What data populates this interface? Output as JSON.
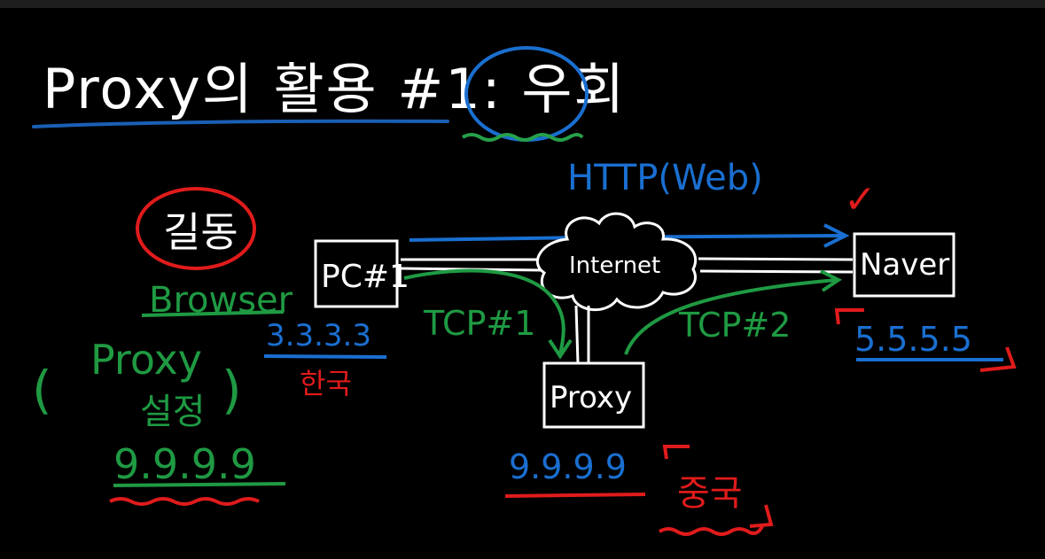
{
  "title": {
    "text": "Proxy의 활용 #1: 우회",
    "colors": {
      "ink": "#ffffff",
      "underline": "#1a5fb4",
      "circle": "#1a6fd0",
      "squiggle": "#26a04a"
    }
  },
  "nodes": {
    "pc": {
      "label": "PC#1",
      "ip": "3.3.3.3",
      "country": "한국"
    },
    "internet": {
      "label": "Internet"
    },
    "naver": {
      "label": "Naver",
      "ip": "5.5.5.5"
    },
    "proxy": {
      "label": "Proxy",
      "ip": "9.9.9.9",
      "country": "중국"
    }
  },
  "client_notes": {
    "user": "길동",
    "browser": "Browser",
    "proxy_setting_open": "(",
    "proxy_setting_label": "Proxy",
    "proxy_setting_value": "설정",
    "proxy_setting_close": ")",
    "proxy_ip": "9.9.9.9"
  },
  "connections": {
    "http": "HTTP(Web)",
    "tcp1": "TCP#1",
    "tcp2": "TCP#2"
  },
  "marks": {
    "check": "✓"
  },
  "colors": {
    "blue": "#1a6fd0",
    "green": "#1f9a43",
    "red": "#e01b1b",
    "white": "#ffffff",
    "background": "#000000"
  }
}
